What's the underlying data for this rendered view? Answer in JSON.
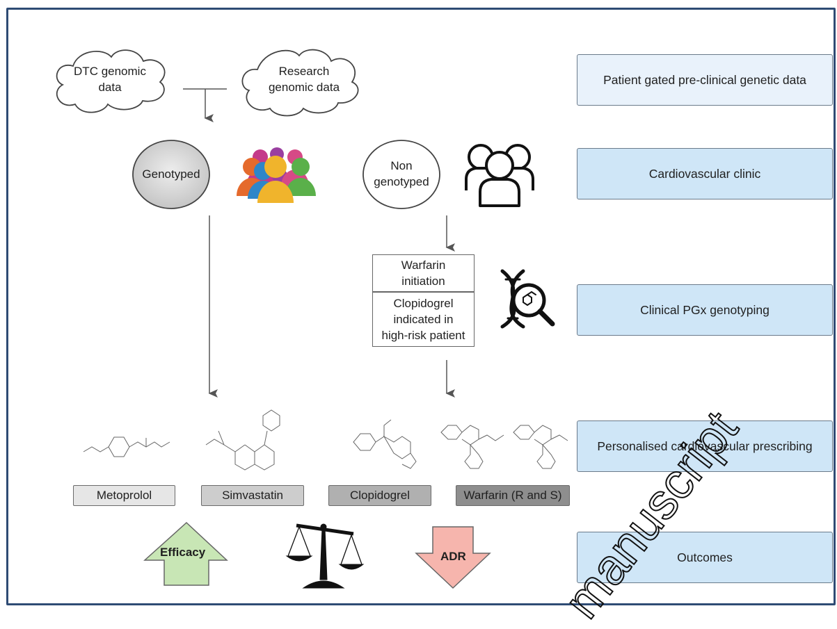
{
  "sources": {
    "dtc": "DTC genomic\ndata",
    "research": "Research\ngenomic data"
  },
  "cohorts": {
    "genotyped": "Genotyped",
    "non_genotyped": "Non\ngenotyped"
  },
  "indications": {
    "warfarin": "Warfarin\ninitiation",
    "clopidogrel": "Clopidogrel\nindicated in\nhigh-risk patient"
  },
  "stages": [
    "Patient gated pre-clinical genetic data",
    "Cardiovascular clinic",
    "Clinical PGx genotyping",
    "Personalised cardiovascular prescribing",
    "Outcomes"
  ],
  "drugs": [
    "Metoprolol",
    "Simvastatin",
    "Clopidogrel",
    "Warfarin (R and S)"
  ],
  "outcomes": {
    "efficacy": "Efficacy",
    "adr": "ADR"
  },
  "watermark": "manuscript",
  "icons": [
    "cloud-icon",
    "people-group-icon",
    "people-outline-icon",
    "dna-magnifier-icon",
    "balance-scale-icon",
    "up-arrow-icon",
    "down-arrow-icon"
  ],
  "colors": {
    "frame": "#2e4b74",
    "stage_first": "#e9f2fb",
    "stage": "#cfe6f7",
    "efficacy": "#c8e6b5",
    "adr": "#f6b5ad"
  }
}
